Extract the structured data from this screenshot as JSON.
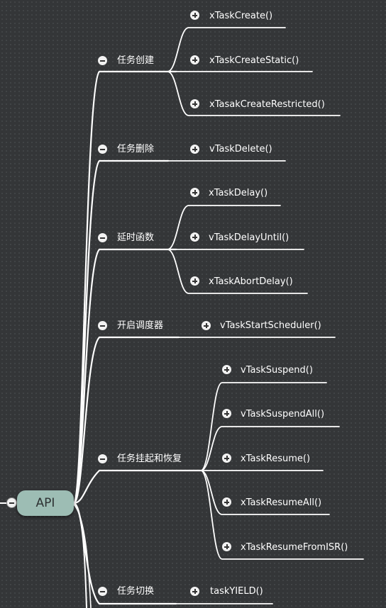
{
  "root": {
    "label": "API"
  },
  "branches": [
    {
      "label": "任务创建",
      "children": [
        "xTaskCreate()",
        "xTaskCreateStatic()",
        "xTasakCreateRestricted()"
      ]
    },
    {
      "label": "任务删除",
      "children": [
        "vTaskDelete()"
      ]
    },
    {
      "label": "延时函数",
      "children": [
        "xTaskDelay()",
        "vTaskDelayUntil()",
        "xTaskAbortDelay()"
      ]
    },
    {
      "label": "开启调度器",
      "children": [
        "vTaskStartScheduler()"
      ]
    },
    {
      "label": "任务挂起和恢复",
      "children": [
        "vTaskSuspend()",
        "vTaskSuspendAll()",
        "xTaskResume()",
        "xTaskResumeAll()",
        "xTaskResumeFromISR()"
      ]
    },
    {
      "label": "任务切换",
      "children": [
        "taskYIELD()"
      ]
    }
  ],
  "colors": {
    "background": "#343638",
    "line": "#ffffff",
    "root_fill": "#9dbdb4",
    "root_text": "#2d3132"
  },
  "icons": {
    "collapse": "minus-circle-icon",
    "expand": "plus-circle-icon"
  }
}
